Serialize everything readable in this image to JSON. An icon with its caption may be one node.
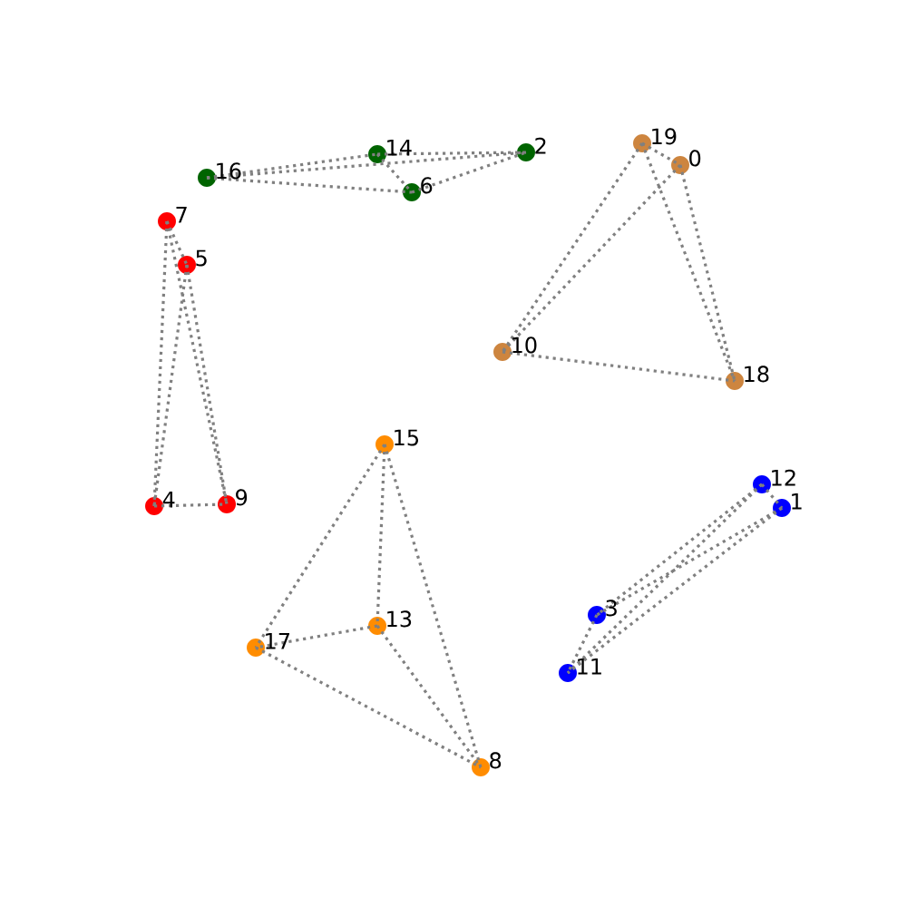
{
  "diagram": {
    "nodes": [
      {
        "text": [],
        "shape": "circle",
        "beside": [
          "0"
        ]
      },
      {
        "text": [],
        "shape": "circle",
        "beside": [
          "1"
        ]
      },
      {
        "text": [],
        "shape": "circle",
        "beside": [
          "2"
        ]
      },
      {
        "text": [],
        "shape": "circle",
        "beside": [
          "3"
        ]
      },
      {
        "text": [],
        "shape": "circle",
        "beside": [
          "4"
        ]
      },
      {
        "text": [],
        "shape": "circle",
        "beside": [
          "5"
        ]
      },
      {
        "text": [],
        "shape": "circle",
        "beside": [
          "6"
        ]
      },
      {
        "text": [],
        "shape": "circle",
        "beside": [
          "7"
        ]
      },
      {
        "text": [],
        "shape": "circle",
        "beside": [
          "8"
        ]
      },
      {
        "text": [],
        "shape": "circle",
        "beside": [
          "9"
        ]
      },
      {
        "text": [],
        "shape": "circle",
        "beside": [
          "10"
        ]
      },
      {
        "text": [],
        "shape": "circle",
        "beside": [
          "11"
        ]
      },
      {
        "text": [],
        "shape": "circle",
        "beside": [
          "12"
        ]
      },
      {
        "text": [],
        "shape": "circle",
        "beside": [
          "13"
        ]
      },
      {
        "text": [],
        "shape": "circle",
        "beside": [
          "14"
        ]
      },
      {
        "text": [],
        "shape": "circle",
        "beside": [
          "15"
        ]
      },
      {
        "text": [],
        "shape": "circle",
        "beside": [
          "16"
        ]
      },
      {
        "text": [],
        "shape": "circle",
        "beside": [
          "17"
        ]
      },
      {
        "text": [],
        "shape": "circle",
        "beside": [
          "18"
        ]
      },
      {
        "text": [],
        "shape": "circle",
        "beside": [
          "19"
        ]
      }
    ],
    "edges": [
      {
        "from": 16,
        "to": 14,
        "arrow": "none"
      },
      {
        "from": 16,
        "to": 2,
        "arrow": "none"
      },
      {
        "from": 16,
        "to": 6,
        "arrow": "none"
      },
      {
        "from": 14,
        "to": 2,
        "arrow": "none"
      },
      {
        "from": 14,
        "to": 6,
        "arrow": "none"
      },
      {
        "from": 6,
        "to": 2,
        "arrow": "none"
      },
      {
        "from": 19,
        "to": 0,
        "arrow": "none"
      },
      {
        "from": 19,
        "to": 10,
        "arrow": "none"
      },
      {
        "from": 0,
        "to": 10,
        "arrow": "none"
      },
      {
        "from": 19,
        "to": 18,
        "arrow": "none"
      },
      {
        "from": 0,
        "to": 18,
        "arrow": "none"
      },
      {
        "from": 10,
        "to": 18,
        "arrow": "none"
      },
      {
        "from": 7,
        "to": 5,
        "arrow": "none"
      },
      {
        "from": 7,
        "to": 4,
        "arrow": "none"
      },
      {
        "from": 7,
        "to": 9,
        "arrow": "none"
      },
      {
        "from": 5,
        "to": 4,
        "arrow": "none"
      },
      {
        "from": 5,
        "to": 9,
        "arrow": "none"
      },
      {
        "from": 4,
        "to": 9,
        "arrow": "none"
      },
      {
        "from": 15,
        "to": 13,
        "arrow": "none"
      },
      {
        "from": 15,
        "to": 17,
        "arrow": "none"
      },
      {
        "from": 15,
        "to": 8,
        "arrow": "none"
      },
      {
        "from": 13,
        "to": 17,
        "arrow": "none"
      },
      {
        "from": 13,
        "to": 8,
        "arrow": "none"
      },
      {
        "from": 17,
        "to": 8,
        "arrow": "none"
      },
      {
        "from": 12,
        "to": 1,
        "arrow": "none"
      },
      {
        "from": 12,
        "to": 3,
        "arrow": "none"
      },
      {
        "from": 12,
        "to": 11,
        "arrow": "none"
      },
      {
        "from": 1,
        "to": 3,
        "arrow": "none"
      },
      {
        "from": 1,
        "to": 11,
        "arrow": "none"
      },
      {
        "from": 3,
        "to": 11,
        "arrow": "none"
      }
    ]
  }
}
